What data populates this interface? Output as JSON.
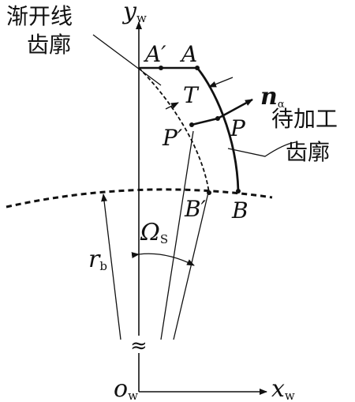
{
  "labels": {
    "involute_profile": [
      "渐开线",
      "齿廓"
    ],
    "machined_profile": [
      "待加工",
      "齿廓"
    ],
    "y_axis_base": "y",
    "y_axis_sub": "w",
    "x_axis_base": "x",
    "x_axis_sub": "w",
    "origin_base": "o",
    "origin_sub": "w",
    "radius_base": "r",
    "radius_sub": "b",
    "angle_base": "Ω",
    "angle_sub": "S",
    "normal_base": "n",
    "normal_sub": "α",
    "point_A": "A",
    "point_A_prime": "A′",
    "point_B": "B",
    "point_B_prime": "B′",
    "point_P": "P",
    "point_P_prime": "P′",
    "thickness": "T",
    "break_mark": "≈"
  },
  "colors": {
    "ink": "#111111",
    "background": "#ffffff"
  }
}
